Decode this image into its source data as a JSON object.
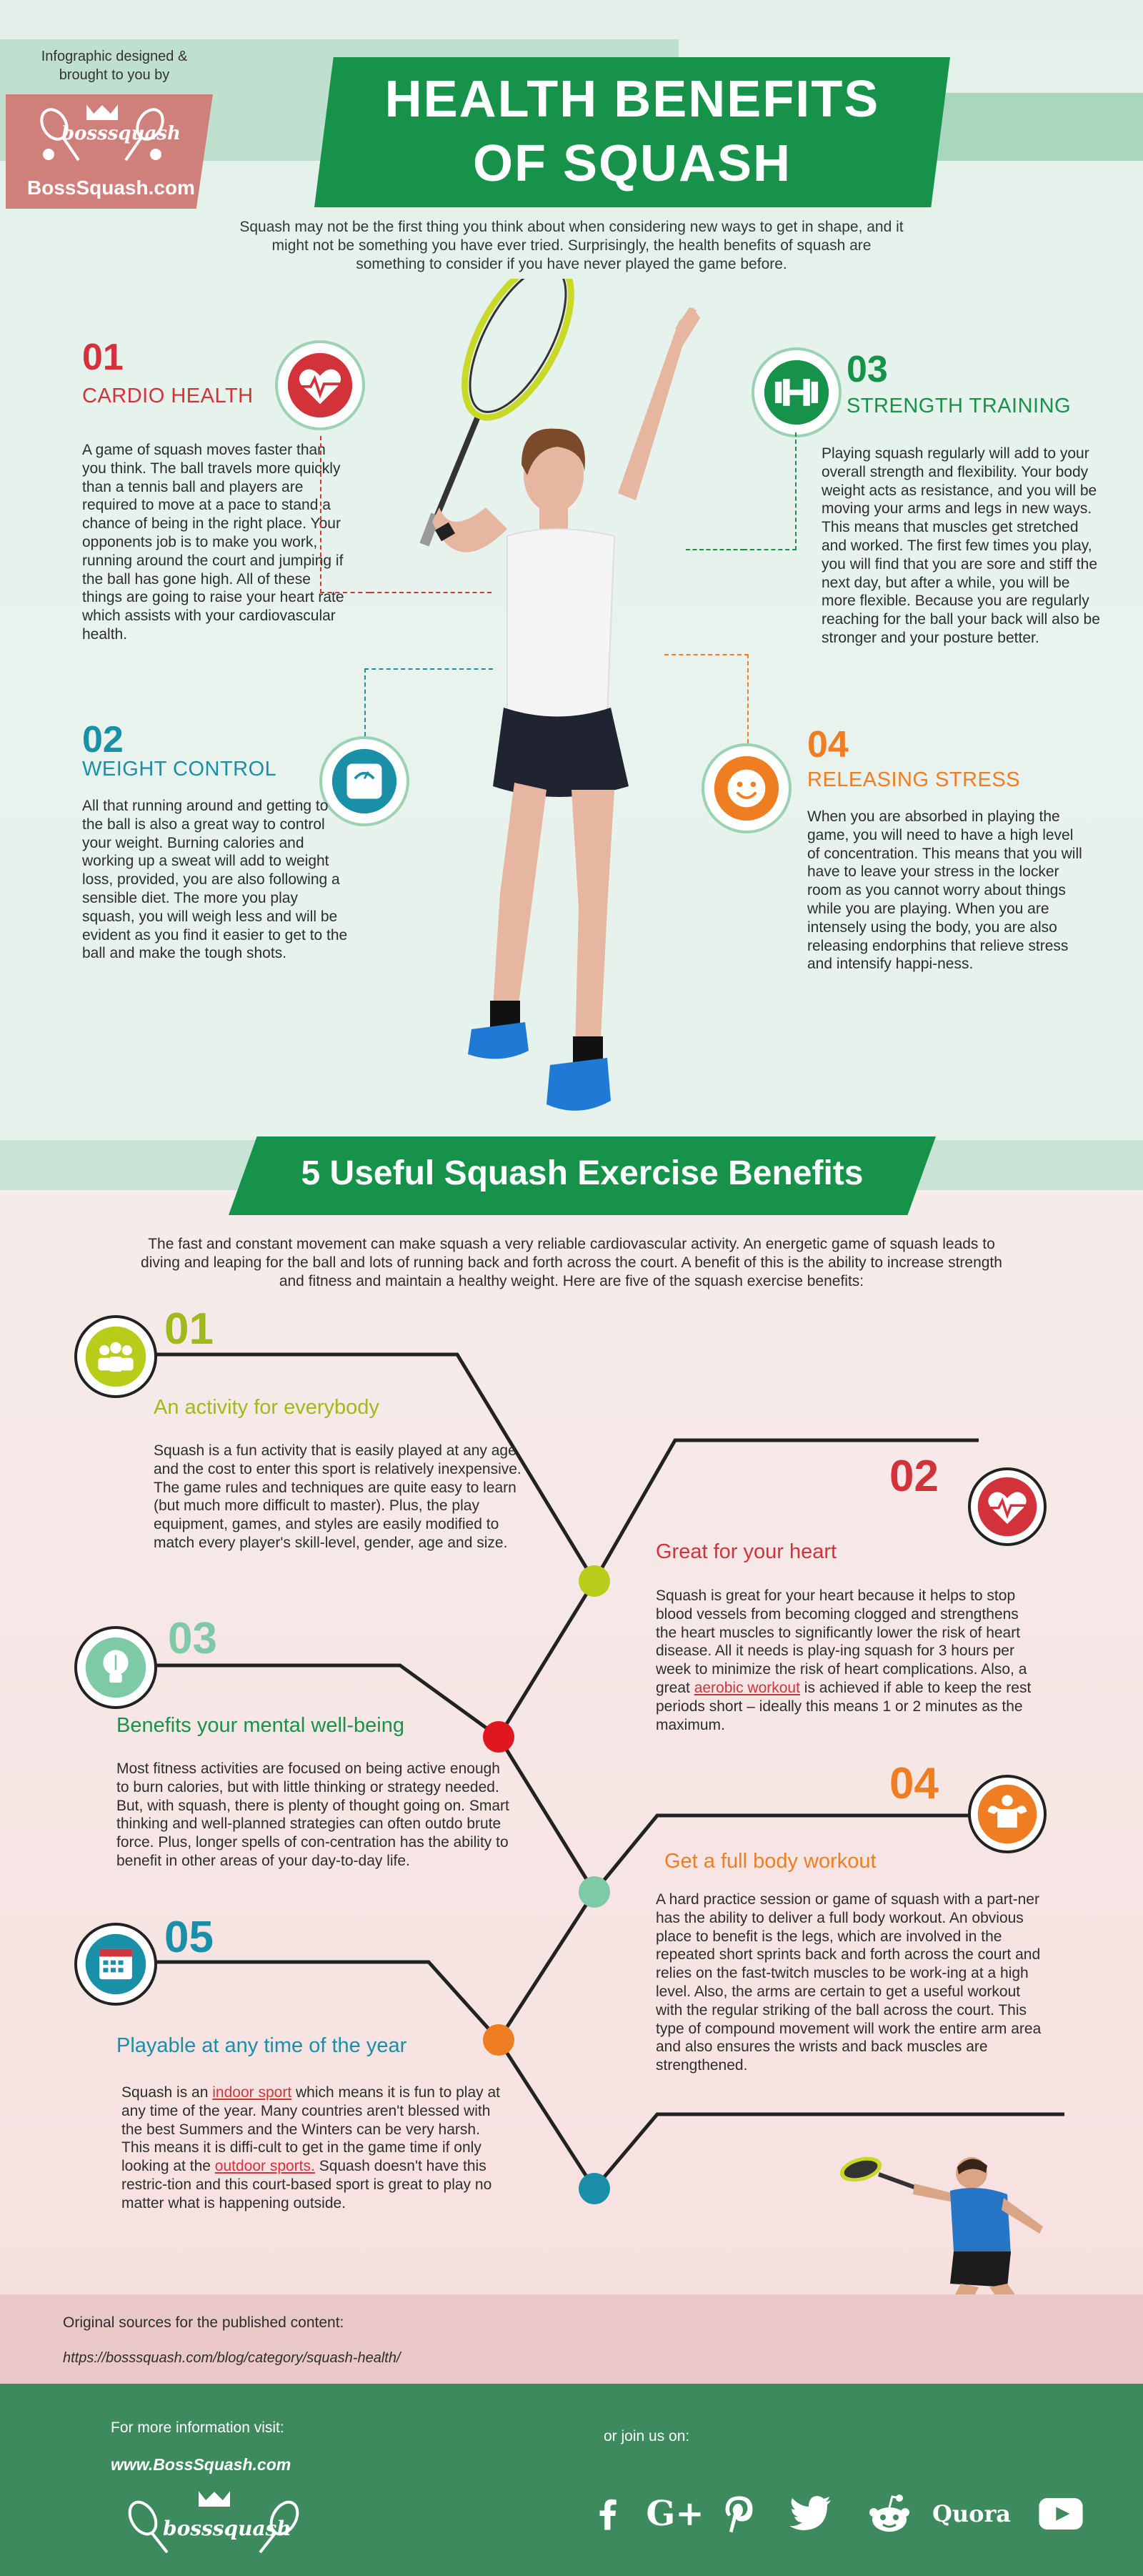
{
  "header": {
    "credit": "Infographic designed & brought to you by",
    "logo_text": "BossSquash.com",
    "logo_script": "bosssquash",
    "title_line1": "HEALTH BENEFITS",
    "title_line2": "OF SQUASH",
    "intro": "Squash may not be the first thing you think about when considering new ways to get in shape, and it might not be something you have ever tried. Surprisingly, the health benefits of squash are something to consider if you have never played the game before."
  },
  "benefits": [
    {
      "number": "01",
      "title": "CARDIO HEALTH",
      "icon": "heart-pulse-icon",
      "text": "A game of squash moves faster than you think. The ball travels more quickly than a tennis ball and players are required to move at a pace to stand a chance of being in the right place. Your opponents job is to make you work, running around the court and jumping if the ball has gone high. All of these things are going to raise your heart rate which assists with your cardiovascular health."
    },
    {
      "number": "02",
      "title": "WEIGHT CONTROL",
      "icon": "scale-icon",
      "text": "All that running around and getting to the ball is also a great way to control your weight. Burning calories and working up a sweat will add to weight loss, provided, you are also following a sensible diet. The more you play squash, you will weigh less and will be evident as you find it easier to get to the ball and make the tough shots."
    },
    {
      "number": "03",
      "title": "STRENGTH TRAINING",
      "icon": "dumbbell-icon",
      "text": "Playing squash regularly will add to your overall strength and flexibility. Your body weight acts as resistance, and you will be moving your arms and legs in new ways. This means that muscles get stretched and worked. The first few times you play, you will find that you are sore and stiff the next day, but after a while, you will be more flexible. Because you are regularly reaching for the ball your back will also be stronger and your posture better."
    },
    {
      "number": "04",
      "title": "RELEASING STRESS",
      "icon": "smiley-icon",
      "text": "When you are absorbed in playing the game, you will need to have a high level of concentration. This means that you will have to leave your stress in the locker room as you cannot worry about things while you are playing. When you are intensely using the body, you are also releasing endorphins that relieve stress and intensify happi-ness."
    }
  ],
  "exercise": {
    "title": "5 Useful Squash Exercise Benefits",
    "intro": "The fast and constant movement can make squash a very reliable cardiovascular activity. An energetic game of squash leads to diving and leaping for the ball and lots of running back and forth across the court. A benefit of this is the ability to increase strength and fitness and maintain a healthy weight. Here are five of the squash exercise benefits:",
    "items": [
      {
        "number": "01",
        "title": "An activity for everybody",
        "icon": "group-icon",
        "text": "Squash is a fun activity that is easily played at any age, and the cost to enter this sport is relatively inexpensive. The game rules and techniques are quite easy to learn (but much more difficult to master). Plus, the play equipment, games, and styles are easily modified to match every player's skill-level, gender, age and size."
      },
      {
        "number": "02",
        "title": "Great for your heart",
        "icon": "heart-pulse-icon",
        "text_before": "Squash is great for your heart because it helps to stop blood vessels from becoming clogged and strengthens the heart muscles to significantly lower the risk of heart disease. All it needs is play-ing squash for 3 hours per week to minimize the risk of heart complications. Also, a great ",
        "link": "aerobic workout",
        "text_after": " is achieved if able to keep the rest periods short – ideally this means 1 or 2 minutes as the maximum."
      },
      {
        "number": "03",
        "title": "Benefits your mental well-being",
        "icon": "lightbulb-icon",
        "text": "Most fitness activities are focused on being active enough to burn calories, but with little thinking or strategy needed. But, with squash, there is plenty of thought going on. Smart thinking and well-planned strategies can often outdo brute force. Plus, longer spells of con-centration has the ability to benefit in other areas of your day-to-day life."
      },
      {
        "number": "04",
        "title": "Get a full body workout",
        "icon": "muscle-man-icon",
        "text": "A hard practice session or game of squash with a part-ner has the ability to deliver a full body workout. An obvious place to benefit is the legs, which are involved in the repeated short sprints back and forth across the court and relies on the fast-twitch muscles to be work-ing at a high level. Also, the arms are certain to get a useful workout with the regular striking of the ball across the court. This type of compound movement will work the entire arm area and also ensures the wrists and back muscles are strengthened."
      },
      {
        "number": "05",
        "title": "Playable at any time of the year",
        "icon": "calendar-icon",
        "text_before": "Squash is an ",
        "link1": "indoor sport",
        "text_mid": " which means it is fun to play at any time of the year. Many countries aren't blessed with the best Summers and the Winters can be very harsh. This means it is diffi-cult to get in the game time if only looking at the ",
        "link2": "outdoor sports.",
        "text_after": " Squash doesn't have this restric-tion and this court-based sport is great to play no matter what is happening outside."
      }
    ]
  },
  "sources": {
    "label": "Original sources for the published content:",
    "url": "https://bosssquash.com/blog/category/squash-health/"
  },
  "footer": {
    "more_info": "For more information visit:",
    "site": "www.BossSquash.com",
    "join": "or join us on:",
    "logo_script": "bosssquash",
    "quora": "Quora"
  },
  "colors": {
    "green": "#16924a",
    "red": "#d2333a",
    "teal": "#1a8fa8",
    "orange": "#ef7d22",
    "lime": "#9fba1a",
    "mint": "#5dbf93"
  }
}
